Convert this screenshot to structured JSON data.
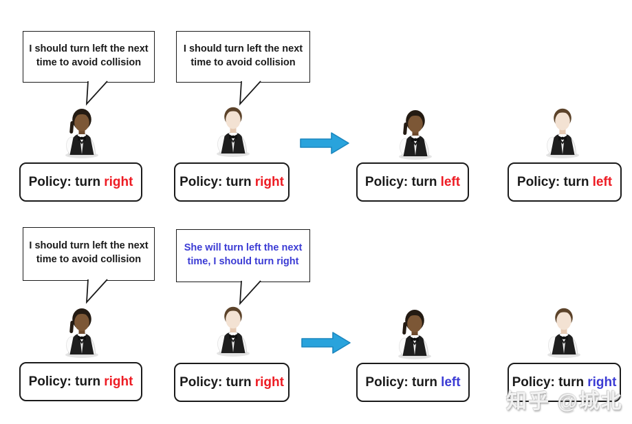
{
  "colors": {
    "red": "#ed1c24",
    "blue": "#3b3bd4",
    "arrow_fill": "#29a3dc",
    "arrow_stroke": "#1a86be",
    "text_black": "#1a1a1a"
  },
  "watermark": {
    "text": "知乎 @城北"
  },
  "rows": [
    {
      "bubbles": [
        {
          "line1": "I should turn left the next",
          "line2": "time to avoid collision",
          "color": "#1a1a1a"
        },
        {
          "line1": "I should turn left the next",
          "line2": "time to avoid collision",
          "color": "#1a1a1a"
        }
      ],
      "policies": [
        {
          "prefix": "Policy: turn",
          "word": "right",
          "word_color": "#ed1c24"
        },
        {
          "prefix": "Policy: turn",
          "word": "right",
          "word_color": "#ed1c24"
        },
        {
          "prefix": "Policy: turn",
          "word": "left",
          "word_color": "#ed1c24"
        },
        {
          "prefix": "Policy: turn",
          "word": "left",
          "word_color": "#ed1c24"
        }
      ]
    },
    {
      "bubbles": [
        {
          "line1": "I should turn left the next",
          "line2": "time to avoid collision",
          "color": "#1a1a1a"
        },
        {
          "line1": "She will turn left the next",
          "line2": "time, I should turn right",
          "color": "#3b3bd4"
        }
      ],
      "policies": [
        {
          "prefix": "Policy: turn",
          "word": "right",
          "word_color": "#ed1c24"
        },
        {
          "prefix": "Policy: turn",
          "word": "right",
          "word_color": "#ed1c24"
        },
        {
          "prefix": "Policy: turn",
          "word": "left",
          "word_color": "#3b3bd4"
        },
        {
          "prefix": "Policy: turn",
          "word": "right",
          "word_color": "#3b3bd4"
        }
      ]
    }
  ]
}
